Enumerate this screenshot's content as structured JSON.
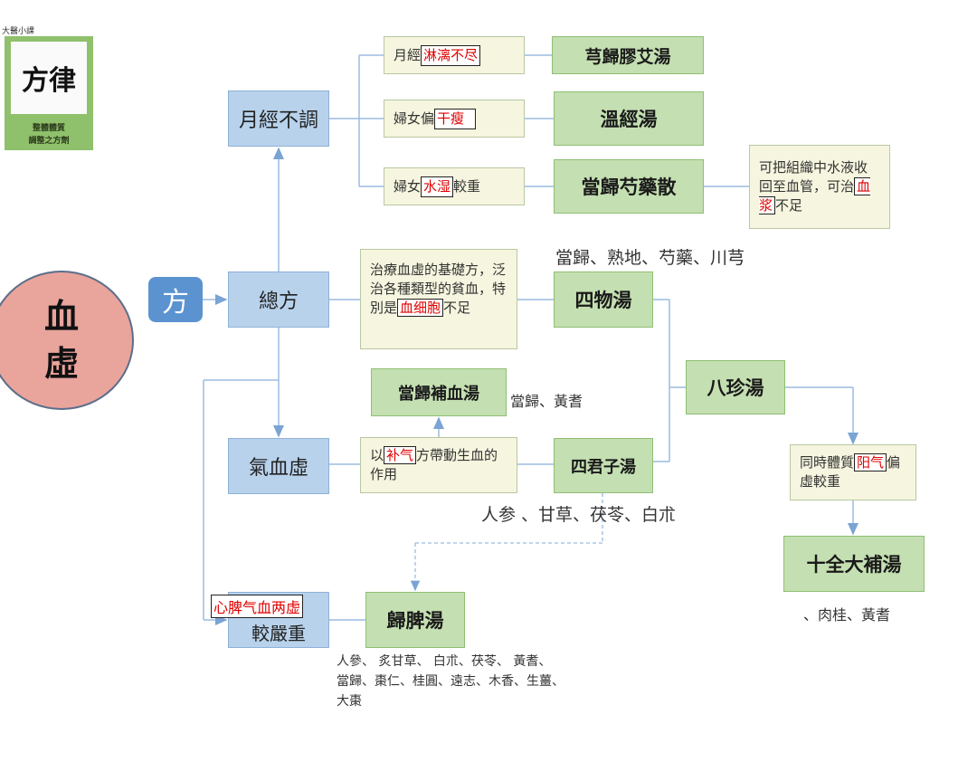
{
  "logo": {
    "top_label": "大醫小課",
    "calligraphy": "方律",
    "caption_line1": "整體體質",
    "caption_line2": "調整之方劑"
  },
  "center": {
    "line1": "血",
    "line2": "虛"
  },
  "fang_label": "方",
  "nodes": {
    "yuejing_butiao": "月經不調",
    "zongfang": "總方",
    "qixuexu": "氣血虛",
    "xinpi_suffix": "較嚴重",
    "xinpi_highlight": "心脾气血两虚",
    "linli_prefix": "月經",
    "linli_highlight": "淋漓不尽",
    "gansou_prefix": "婦女偏",
    "gansou_highlight": "干瘦",
    "shuishi_prefix": "婦女",
    "shuishi_highlight": "水湿",
    "shuishi_suffix": "較重",
    "base_desc_text": "治療血虛的基礎方，泛治各種類型的貧血，特別是",
    "base_desc_highlight": "血细胞",
    "base_desc_suffix": "不足",
    "buqi_prefix": "以",
    "buqi_highlight": "补气",
    "buqi_suffix": "方帶動生血的作用",
    "shouhui_text": "可把組織中水液收回至血管，可治",
    "shouhui_highlight": "血浆",
    "shouhui_suffix": "不足",
    "yangqi_prefix": "同時體質",
    "yangqi_highlight": "阳气",
    "yangqi_suffix": "偏虛較重"
  },
  "formulas": {
    "xiongguijiaoai": "芎歸膠艾湯",
    "wenjing": "溫經湯",
    "dangguishaoyao": "當歸芍藥散",
    "siwu": "四物湯",
    "danggui_buxue": "當歸補血湯",
    "bazhen": "八珍湯",
    "sijunzi": "四君子湯",
    "shiquan": "十全大補湯",
    "guipi": "歸脾湯"
  },
  "ingredients": {
    "siwu": "當歸、熟地、芍藥、川芎",
    "danggui_buxue": "當歸、黃耆",
    "sijunzi": "人参 、甘草、茯苓、白朮",
    "shiquan": "、肉桂、黃耆",
    "guipi_line1": "人參、 炙甘草、 白朮、茯苓、 黃耆、",
    "guipi_line2": "當歸、棗仁、桂圓、遠志、木香、生薑、",
    "guipi_line3": "大棗"
  },
  "colors": {
    "blue_box": "#b8d2ec",
    "green_box": "#c4dfb1",
    "cream_box": "#f6f5df",
    "highlight_text": "#e00000",
    "connector": "#8fb1d8",
    "circle": "#e9a49c"
  }
}
